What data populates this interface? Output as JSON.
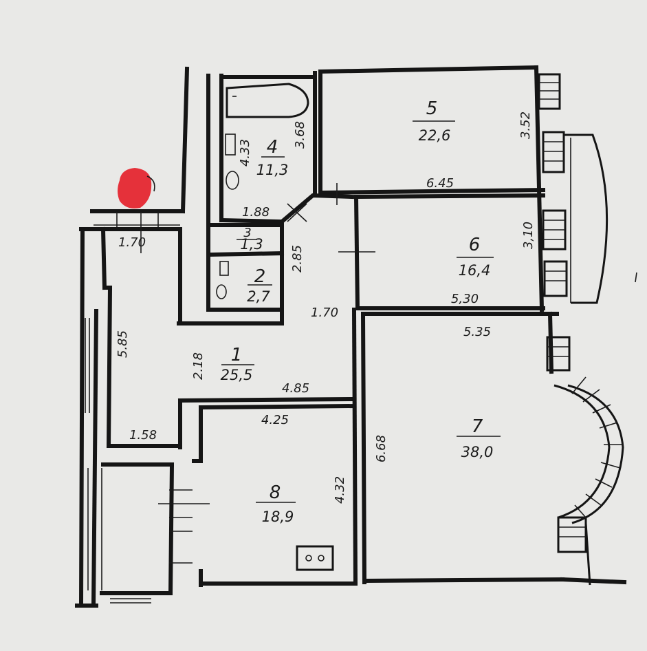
{
  "rooms": [
    {
      "id": "1",
      "number": "1",
      "area": "25,5"
    },
    {
      "id": "2",
      "number": "2",
      "area": "2,7"
    },
    {
      "id": "3",
      "number": "3",
      "area": "1,3"
    },
    {
      "id": "4",
      "number": "4",
      "area": "11,3"
    },
    {
      "id": "5",
      "number": "5",
      "area": "22,6"
    },
    {
      "id": "6",
      "number": "6",
      "area": "16,4"
    },
    {
      "id": "7",
      "number": "7",
      "area": "38,0"
    },
    {
      "id": "8",
      "number": "8",
      "area": "18,9"
    }
  ],
  "dimensions": {
    "d_1_70_top": "1.70",
    "d_5_85": "5.85",
    "d_1_58": "1.58",
    "d_2_18": "2.18",
    "d_4_85": "4.85",
    "d_4_25": "4.25",
    "d_4_32": "4.32",
    "d_6_68": "6.68",
    "d_1_70_mid": "1.70",
    "d_5_35": "5.35",
    "d_5_30": "5,30",
    "d_3_10": "3,10",
    "d_6_45": "6.45",
    "d_3_52": "3.52",
    "d_3_68": "3.68",
    "d_4_33": "4.33",
    "d_1_88": "1.88",
    "d_2_85": "2.85"
  },
  "colors": {
    "paper": "#e9e9e7",
    "ink": "#151515",
    "marker": "#e5313a"
  }
}
